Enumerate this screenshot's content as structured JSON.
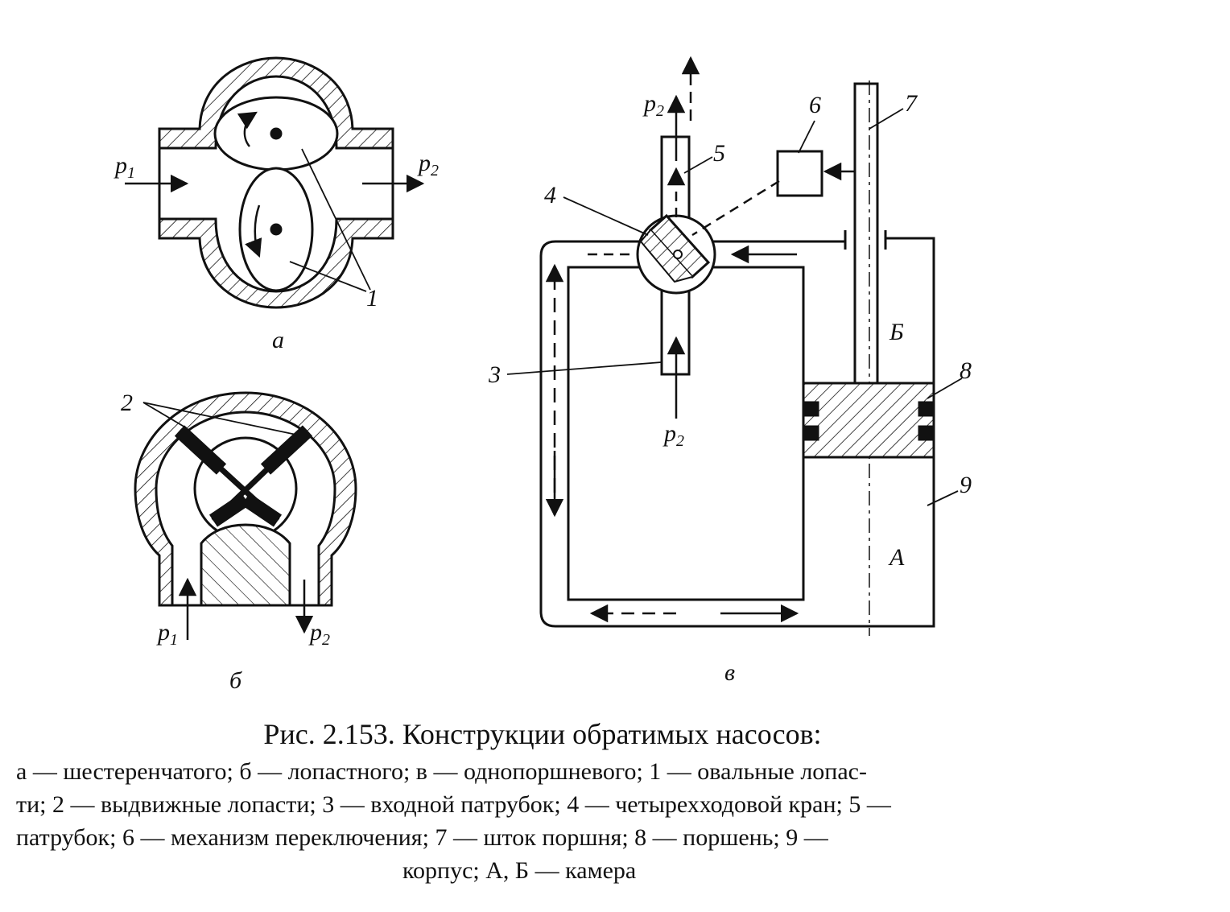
{
  "figure": {
    "title": "Рис. 2.153. Конструкции обратимых насосов:",
    "caption_lines": [
      "а — шестеренчатого; б — лопастного; в — однопоршневого; 1 — овальные лопас-",
      "ти; 2 — выдвижные лопасти; 3 — входной патрубок; 4 — четырехходовой кран; 5 —",
      "патрубок; 6 — механизм переключения; 7 — шток поршня; 8 — поршень; 9 —",
      "корпус; А, Б — камера"
    ],
    "panels": {
      "a": {
        "label": "а",
        "p1": "p",
        "p1_sub": "1",
        "p2": "p",
        "p2_sub": "2",
        "callout": "1"
      },
      "b": {
        "label": "б",
        "p1": "p",
        "p1_sub": "1",
        "p2": "p",
        "p2_sub": "2",
        "callout": "2"
      },
      "v": {
        "label": "в",
        "p2_top": "p",
        "p2_top_sub": "2",
        "p2_bottom": "p",
        "p2_bottom_sub": "2",
        "callouts": [
          "3",
          "4",
          "5",
          "6",
          "7",
          "8",
          "9"
        ],
        "chamber_a": "А",
        "chamber_b": "Б"
      }
    }
  }
}
